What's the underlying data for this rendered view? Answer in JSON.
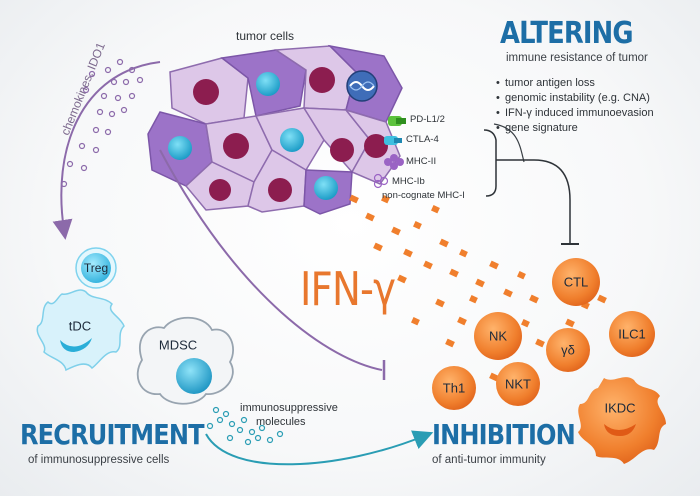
{
  "altering": {
    "title": "ALTERING",
    "subtitle": "immune resistance of tumor",
    "bullets": [
      "tumor antigen loss",
      "genomic instability (e.g. CNA)",
      "IFN-γ induced immunoevasion",
      "gene signature"
    ]
  },
  "tumor": {
    "label": "tumor cells",
    "molecules": [
      "PD-L1/2",
      "CTLA-4",
      "MHC-II",
      "MHC-Ib",
      "non-cognate MHC-I"
    ]
  },
  "chemokines_label": "chemokines, IDO1",
  "ifng_label": "IFN-γ",
  "suppressive_cells": [
    "Treg",
    "tDC",
    "MDSC"
  ],
  "immunosuppressive_label": [
    "immunosuppressive",
    "molecules"
  ],
  "recruitment": {
    "title": "RECRUITMENT",
    "subtitle": "of immunosuppressive cells"
  },
  "inhibition": {
    "title": "INHIBITION",
    "subtitle": "of anti-tumor immunity"
  },
  "effector_cells": [
    "CTL",
    "NK",
    "γδ",
    "ILC1",
    "Th1",
    "NKT",
    "IKDC"
  ],
  "colors": {
    "title_blue": "#1d6ea6",
    "orange": "#f07f2d",
    "tumor_cell": "#ddc7e8",
    "tumor_cell_dark": "#9c73c8",
    "nucleus": "#8c1d4f",
    "teal": "#2fb6dc",
    "arrow_purple": "#8c6aaa",
    "arrow_teal": "#2a9db4"
  }
}
